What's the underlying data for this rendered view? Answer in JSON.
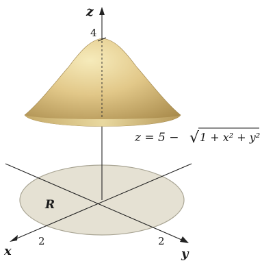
{
  "diagram": {
    "axes": {
      "x": "x",
      "y": "y",
      "z": "z"
    },
    "ticks": {
      "z_top": "4",
      "x": "2",
      "y": "2"
    },
    "region_label": "R",
    "surface_equation": {
      "lhs": "z = 5 − ",
      "radical_symbol": "√",
      "radicand": "1 + x² + y²"
    },
    "colors": {
      "surface_light": "#f2e3a8",
      "surface_mid": "#d8bd78",
      "surface_dark": "#a7894a",
      "region_fill": "#e5e1d3",
      "region_edge": "#a9a594",
      "axis": "#222222"
    }
  }
}
